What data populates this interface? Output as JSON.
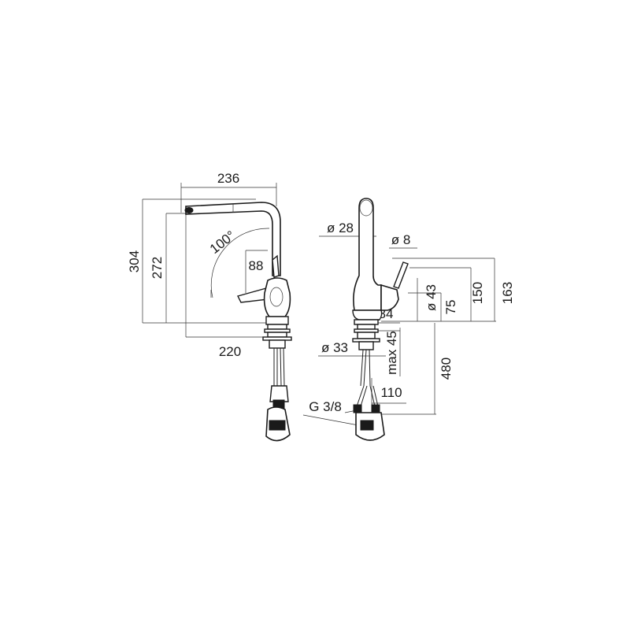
{
  "front_view": {
    "width_top": "236",
    "height_total": "304",
    "height_spout": "272",
    "swivel_angle": "100°",
    "handle_dim": "88",
    "reach": "220"
  },
  "side_view": {
    "spout_diameter": "ø 28",
    "lever_diameter": "ø 8",
    "body_diameter": "ø 43",
    "body_height": "75",
    "lever_height": "150",
    "total_height": "163",
    "body_depth": "84",
    "base_diameter": "ø 33",
    "deck_thickness": "max 45",
    "hose_length": "480",
    "hose_offset": "110",
    "thread": "G 3/8"
  }
}
